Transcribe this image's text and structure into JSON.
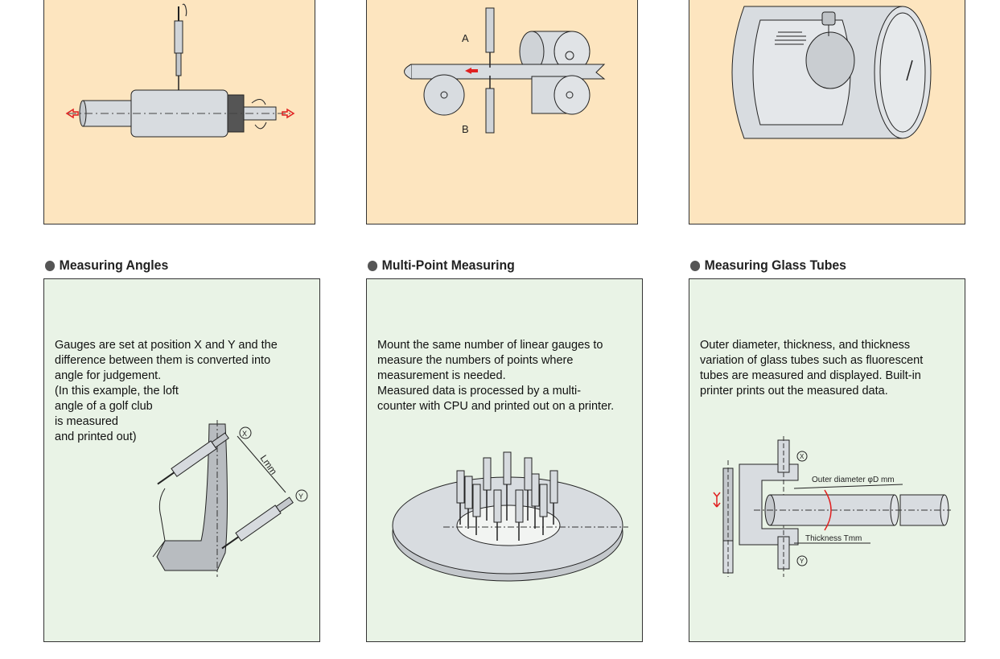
{
  "top_row": {
    "panel_2": {
      "label_a": "A",
      "label_b": "B"
    }
  },
  "sections": [
    {
      "heading": "Measuring Angles",
      "desc_lines": [
        "Gauges are set at position X and Y and the",
        "difference between them is converted into",
        "angle for judgement.",
        "(In this example, the loft",
        "angle of a golf club",
        "is measured",
        "and printed out)"
      ],
      "diagram": {
        "label_x": "X",
        "label_y": "Y",
        "label_l": "Lmm"
      }
    },
    {
      "heading": "Multi-Point Measuring",
      "desc_lines": [
        "Mount the same number of linear gauges to",
        "measure the numbers of points where",
        "measurement is needed.",
        "Measured data is processed by a multi-",
        "counter with CPU and printed out on a printer."
      ]
    },
    {
      "heading": "Measuring Glass Tubes",
      "desc_lines": [
        "Outer diameter, thickness, and thickness",
        "variation of glass tubes such as fluorescent",
        "tubes are measured and displayed. Built-in",
        "printer prints out the measured data."
      ],
      "diagram": {
        "label_x": "X",
        "label_y": "Y",
        "outer_diameter": "Outer diameter φD mm",
        "thickness": "Thickness Tmm"
      }
    }
  ],
  "colors": {
    "top_panel_bg": "#fde5bf",
    "bottom_panel_bg": "#e9f3e6",
    "accent_red": "#e02020"
  }
}
